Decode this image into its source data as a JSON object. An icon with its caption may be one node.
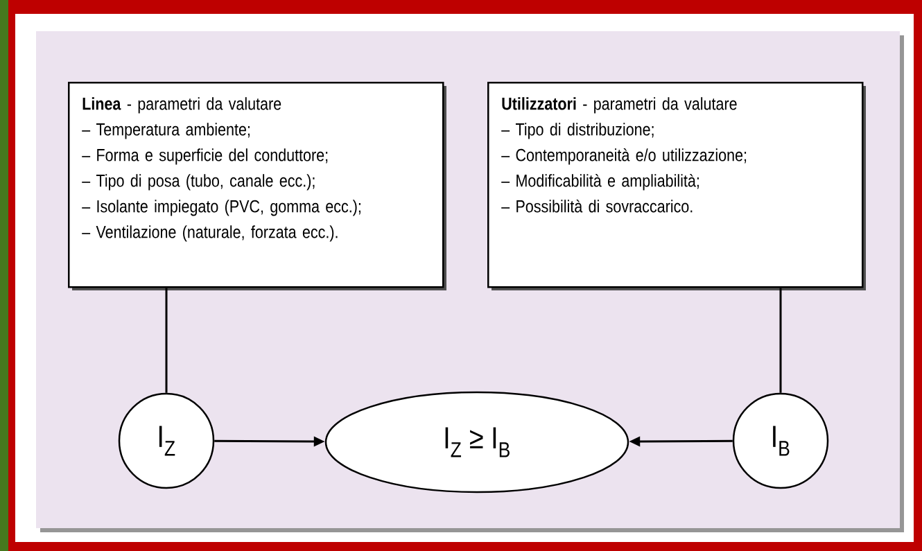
{
  "diagram": {
    "nodes": [
      {
        "text": [
          "**Linea** - parametri da valutare",
          "– Temperatura ambiente;",
          "– Forma e superficie del conduttore;",
          "– Tipo di posa (tubo, canale ecc.);",
          "– Isolante impiegato (PVC, gomma ecc.);",
          "– Ventilazione (naturale, forzata ecc.)."
        ]
      },
      {
        "text": [
          "**Utilizzatori** - parametri da valutare",
          "– Tipo di distribuzione;",
          "– Contemporaneità e/o utilizzazione;",
          "– Modificabilità e ampliabilità;",
          "– Possibilità di sovraccarico."
        ]
      },
      {
        "text": [
          "I$_{Z}$"
        ]
      },
      {
        "text": [
          "I$_{Z}$ ≥ I$_{B}$"
        ]
      },
      {
        "text": [
          "I$_{B}$"
        ]
      }
    ],
    "edges": [
      {
        "from": 0,
        "to": 2,
        "arrow": "none"
      },
      {
        "from": 1,
        "to": 4,
        "arrow": "none"
      },
      {
        "from": 2,
        "to": 3,
        "arrow": "to"
      },
      {
        "from": 4,
        "to": 3,
        "arrow": "to"
      }
    ]
  }
}
